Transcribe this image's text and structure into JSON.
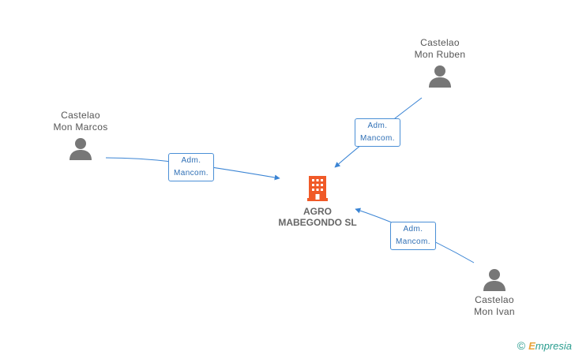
{
  "company": {
    "line1": "AGRO",
    "line2": "MABEGONDO SL",
    "icon": "building-icon",
    "color": "#f05a28"
  },
  "people": [
    {
      "line1": "Castelao",
      "line2": "Mon Marcos",
      "icon": "person-icon"
    },
    {
      "line1": "Castelao",
      "line2": "Mon Ruben",
      "icon": "person-icon"
    },
    {
      "line1": "Castelao",
      "line2": "Mon Ivan",
      "icon": "person-icon"
    }
  ],
  "relations": [
    {
      "line1": "Adm.",
      "line2": "Mancom."
    },
    {
      "line1": "Adm.",
      "line2": "Mancom."
    },
    {
      "line1": "Adm.",
      "line2": "Mancom."
    }
  ],
  "footer": {
    "copyright": "©",
    "brand_first": "E",
    "brand_rest": "mpresia"
  },
  "colors": {
    "edge": "#3a84d4",
    "person": "#777777",
    "label_border": "#4a8fd6"
  }
}
